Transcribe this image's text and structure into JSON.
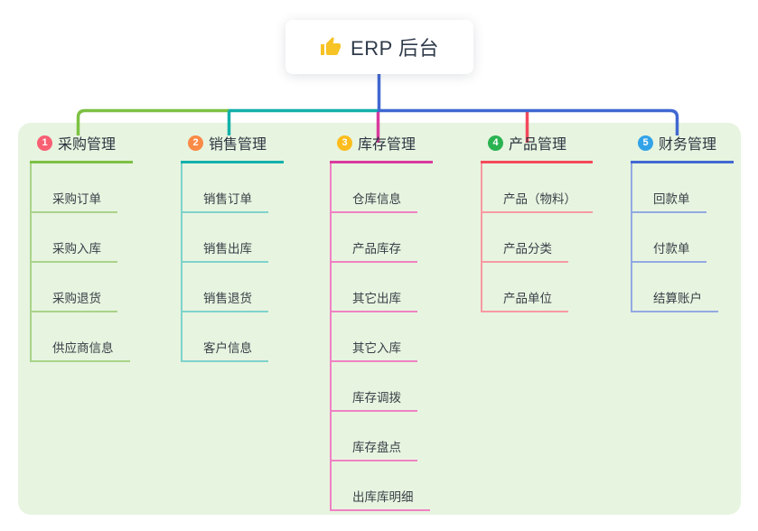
{
  "canvas": {
    "bg": "#ffffff",
    "panel_bg": "#e7f4e0"
  },
  "root": {
    "icon": "thumbs-up",
    "icon_color": "#f7c325",
    "label": "ERP 后台"
  },
  "branches": [
    {
      "num": "1",
      "title": "采购管理",
      "badge_color": "#f85f73",
      "branch_color": "#7dc143",
      "child_color": "#a9d38a",
      "children": [
        "采购订单",
        "采购入库",
        "采购退货",
        "供应商信息"
      ]
    },
    {
      "num": "2",
      "title": "销售管理",
      "badge_color": "#fa8a45",
      "branch_color": "#12b0aa",
      "child_color": "#7fd2cb",
      "children": [
        "销售订单",
        "销售出库",
        "销售退货",
        "客户信息"
      ]
    },
    {
      "num": "3",
      "title": "库存管理",
      "badge_color": "#fcbd1c",
      "branch_color": "#d93a9e",
      "child_color": "#ef82c3",
      "children": [
        "仓库信息",
        "产品库存",
        "其它出库",
        "其它入库",
        "库存调拨",
        "库存盘点",
        "出库库明细"
      ]
    },
    {
      "num": "4",
      "title": "产品管理",
      "badge_color": "#2ab351",
      "branch_color": "#f4495c",
      "child_color": "#f79aa2",
      "children": [
        "产品（物料）",
        "产品分类",
        "产品单位"
      ]
    },
    {
      "num": "5",
      "title": "财务管理",
      "badge_color": "#32a3e8",
      "branch_color": "#4168d1",
      "child_color": "#93a9e2",
      "children": [
        "回款单",
        "付款单",
        "结算账户"
      ]
    }
  ]
}
